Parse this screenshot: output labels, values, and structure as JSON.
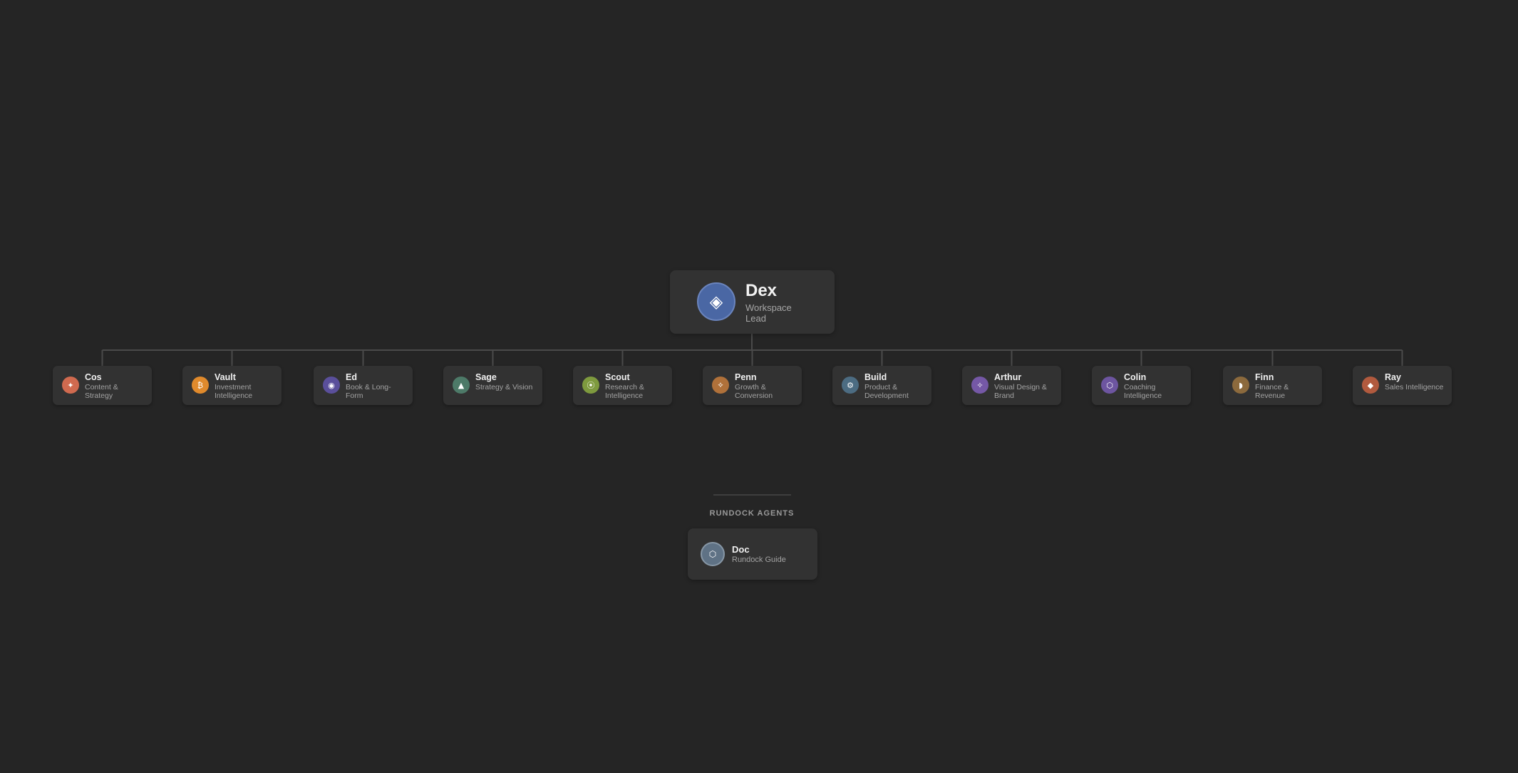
{
  "lead": {
    "name": "Dex",
    "role": "Workspace Lead",
    "icon": "diamond-icon",
    "color": "#4a67a4"
  },
  "agents": [
    {
      "name": "Cos",
      "role": "Content & Strategy",
      "icon": "sparkle-icon",
      "color": "#d06a4f",
      "glyph": "✦"
    },
    {
      "name": "Vault",
      "role": "Investment Intelligence",
      "icon": "bitcoin-icon",
      "color": "#e08a2c",
      "glyph": "₿"
    },
    {
      "name": "Ed",
      "role": "Book & Long-Form",
      "icon": "dot-circle-icon",
      "color": "#5a4f9b",
      "glyph": "◉"
    },
    {
      "name": "Sage",
      "role": "Strategy & Vision",
      "icon": "triangle-icon",
      "color": "#4d7a68",
      "glyph": "▲"
    },
    {
      "name": "Scout",
      "role": "Research & Intelligence",
      "icon": "target-icon",
      "color": "#7e9a3e",
      "glyph": "⦿"
    },
    {
      "name": "Penn",
      "role": "Growth & Conversion",
      "icon": "diamond-outline-icon",
      "color": "#b0713a",
      "glyph": "⟡"
    },
    {
      "name": "Build",
      "role": "Product & Development",
      "icon": "gear-icon",
      "color": "#4c6c82",
      "glyph": "⚙"
    },
    {
      "name": "Arthur",
      "role": "Visual Design & Brand",
      "icon": "star-icon",
      "color": "#7558a6",
      "glyph": "✧"
    },
    {
      "name": "Colin",
      "role": "Coaching Intelligence",
      "icon": "hexagon-icon",
      "color": "#6d55a0",
      "glyph": "⬡"
    },
    {
      "name": "Finn",
      "role": "Finance & Revenue",
      "icon": "half-circle-icon",
      "color": "#8c6a3d",
      "glyph": "◗"
    },
    {
      "name": "Ray",
      "role": "Sales Intelligence",
      "icon": "diamond-small-icon",
      "color": "#b15a3e",
      "glyph": "◆"
    }
  ],
  "rundock": {
    "section_label": "RUNDOCK AGENTS",
    "doc": {
      "name": "Doc",
      "role": "Rundock Guide",
      "icon": "hexagon-icon",
      "color": "#5f7285"
    }
  }
}
